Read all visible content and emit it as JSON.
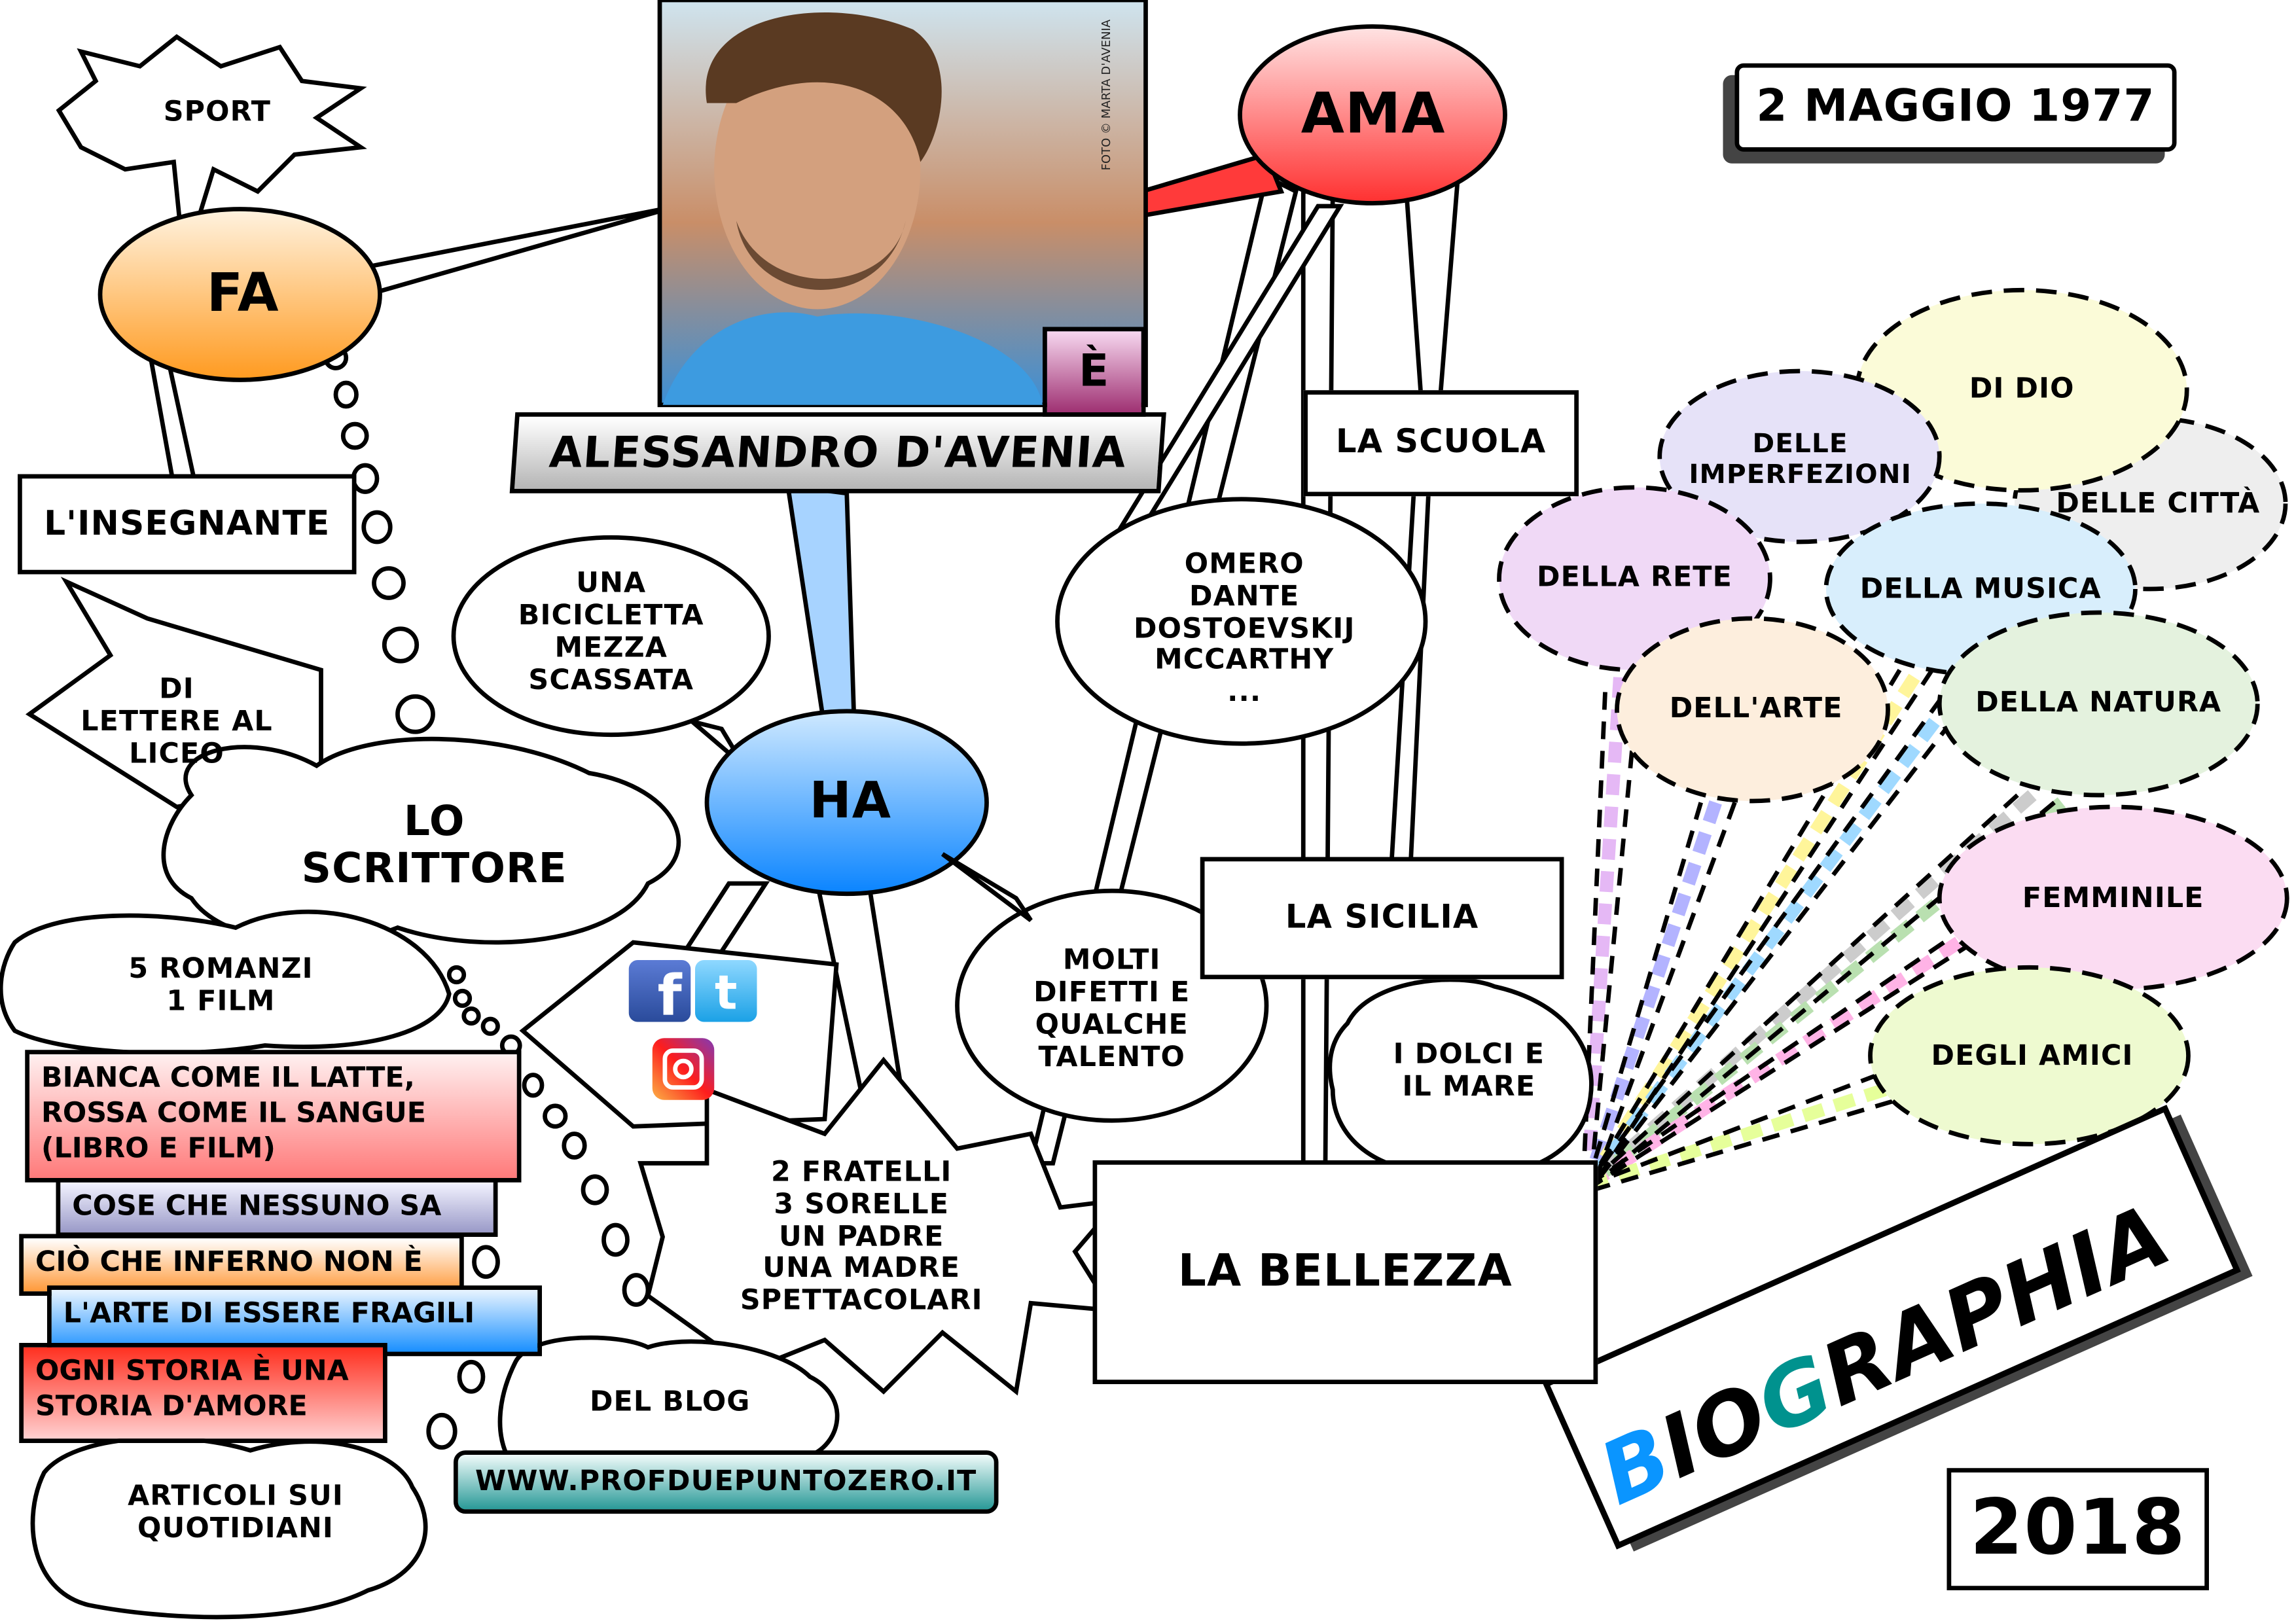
{
  "photo": {
    "credit": "FOTO © MARTA D'AVENIA"
  },
  "is_label": "È",
  "name": "ALESSANDRO D'AVENIA",
  "date": "2 MAGGIO 1977",
  "verbs": {
    "fa": "FA",
    "ama": "AMA",
    "ha": "HA"
  },
  "fa": {
    "sport": "SPORT",
    "insegnante": "L'INSEGNANTE",
    "lettere": "DI\nLETTERE AL\nLICEO",
    "scrittore": "LO\nSCRITTORE",
    "romanzi": "5 ROMANZI\n1 FILM",
    "articoli": "ARTICOLI SUI\nQUOTIDIANI",
    "blog": "DEL BLOG",
    "website": "WWW.PROFDUEPUNTOZERO.IT"
  },
  "books": [
    "BIANCA COME IL LATTE,\nROSSA COME IL SANGUE\n(LIBRO E FILM)",
    "COSE CHE NESSUNO SA",
    "CIÒ CHE INFERNO NON È",
    "L'ARTE DI ESSERE FRAGILI",
    "OGNI STORIA È UNA\nSTORIA D'AMORE"
  ],
  "ha": {
    "bici": "UNA\nBICICLETTA\nMEZZA\nSCASSATA",
    "difetti": "MOLTI\nDIFETTI E\nQUALCHE\nTALENTO",
    "famiglia": "2 FRATELLI\n3 SORELLE\nUN PADRE\nUNA MADRE\nSPETTACOLARI",
    "social": [
      "facebook-icon",
      "twitter-icon",
      "instagram-icon"
    ]
  },
  "ama": {
    "autori": "OMERO\nDANTE\nDOSTOEVSKIJ\nMCCARTHY\n...",
    "scuola": "LA SCUOLA",
    "sicilia": "LA SICILIA",
    "dolci": "I DOLCI E\nIL MARE",
    "bellezza": "LA BELLEZZA"
  },
  "bellezza_di": [
    {
      "label": "DI DIO",
      "color": "#fbfbd8"
    },
    {
      "label": "DELLE\nIMPERFEZIONI",
      "color": "#e6e2f8"
    },
    {
      "label": "DELLE CITTÀ",
      "color": "#eeeeee"
    },
    {
      "label": "DELLA RETE",
      "color": "#f0d9f6"
    },
    {
      "label": "DELLA MUSICA",
      "color": "#d8eefc"
    },
    {
      "label": "DELL'ARTE",
      "color": "#fdeedd"
    },
    {
      "label": "DELLA NATURA",
      "color": "#e4f2de"
    },
    {
      "label": "FEMMINILE",
      "color": "#fbdcf2"
    },
    {
      "label": "DEGLI AMICI",
      "color": "#eefad0"
    }
  ],
  "logo": {
    "title": "BIOGRAPHIA",
    "year": "2018"
  }
}
